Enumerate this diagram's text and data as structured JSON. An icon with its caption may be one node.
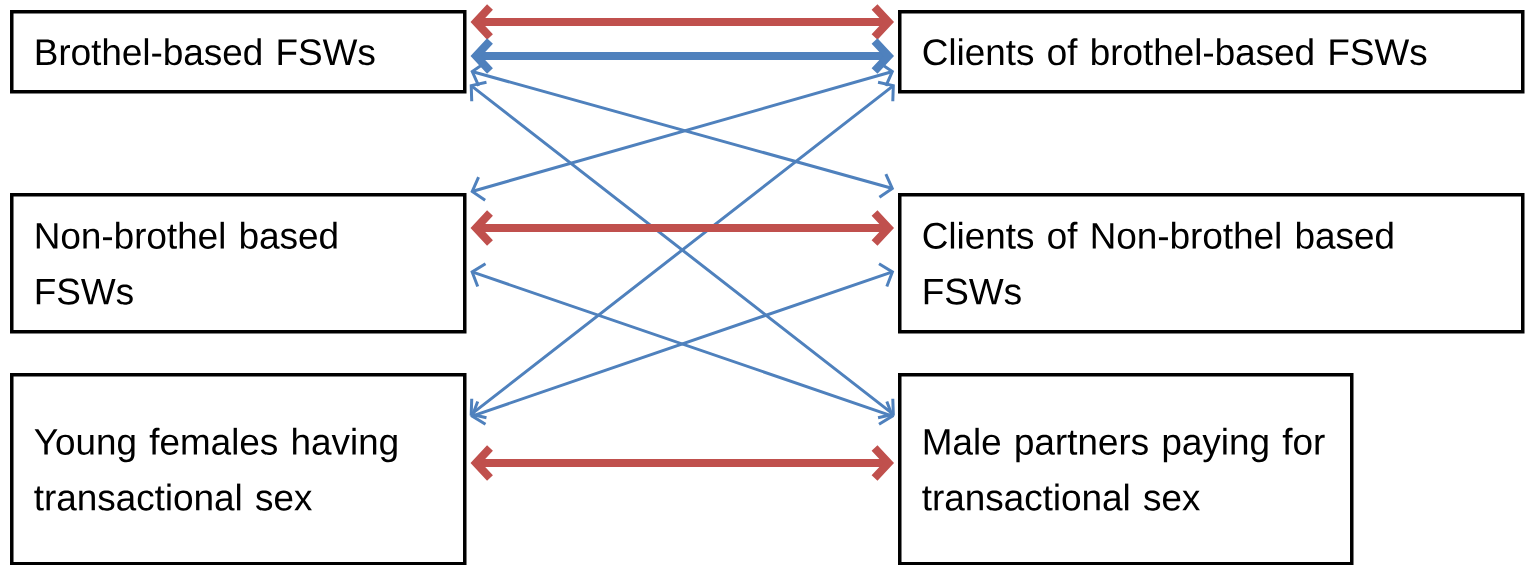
{
  "diagram": {
    "nodes": [
      {
        "text": [
          "Brothel-based FSWs"
        ]
      },
      {
        "text": [
          "Clients of brothel-based FSWs"
        ]
      },
      {
        "text": [
          "Non-brothel based FSWs"
        ]
      },
      {
        "text": [
          "Clients of Non-brothel based FSWs"
        ]
      },
      {
        "text": [
          "Young females having transactional sex"
        ]
      },
      {
        "text": [
          "Male partners paying for transactional sex"
        ]
      }
    ],
    "edges": [
      {
        "from": 0,
        "to": 1,
        "arrow": "both",
        "style": "thick",
        "color": "#c0504d"
      },
      {
        "from": 0,
        "to": 1,
        "arrow": "both",
        "style": "thick"
      },
      {
        "from": 0,
        "to": 3,
        "arrow": "both"
      },
      {
        "from": 0,
        "to": 5,
        "arrow": "both"
      },
      {
        "from": 1,
        "to": 2,
        "arrow": "both"
      },
      {
        "from": 1,
        "to": 4,
        "arrow": "both"
      },
      {
        "from": 2,
        "to": 3,
        "arrow": "both",
        "style": "thick",
        "color": "#c0504d"
      },
      {
        "from": 2,
        "to": 5,
        "arrow": "both"
      },
      {
        "from": 3,
        "to": 4,
        "arrow": "both"
      },
      {
        "from": 4,
        "to": 5,
        "arrow": "both",
        "style": "thick",
        "color": "#c0504d"
      }
    ]
  }
}
